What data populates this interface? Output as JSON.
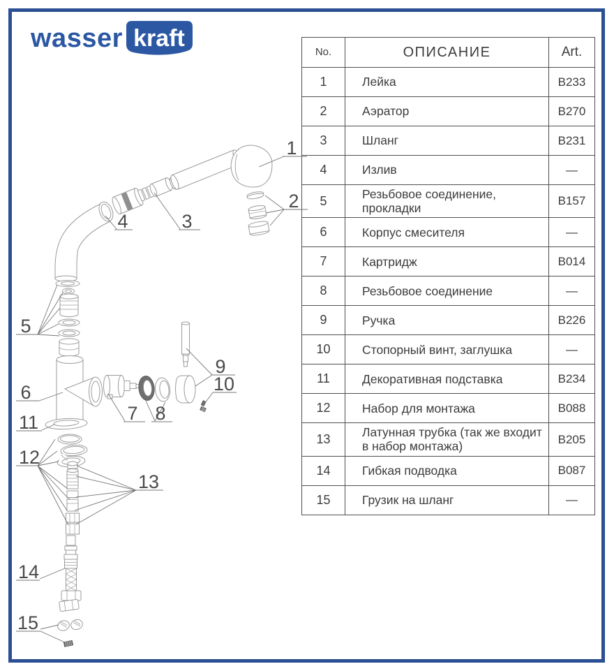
{
  "brand": {
    "logo_text_primary": "wasser",
    "logo_text_secondary": "kraft",
    "logo_blue": "#2b57a3",
    "frame_color": "#2b4f93"
  },
  "table": {
    "headers": {
      "no": "No.",
      "description": "ОПИСАНИЕ",
      "art": "Art."
    },
    "rows": [
      {
        "no": "1",
        "description": "Лейка",
        "art": "B233"
      },
      {
        "no": "2",
        "description": "Аэратор",
        "art": "B270"
      },
      {
        "no": "3",
        "description": "Шланг",
        "art": "B231"
      },
      {
        "no": "4",
        "description": "Излив",
        "art": "—"
      },
      {
        "no": "5",
        "description": "Резьбовое соединение, прокладки",
        "art": "B157"
      },
      {
        "no": "6",
        "description": "Корпус смесителя",
        "art": "—"
      },
      {
        "no": "7",
        "description": "Картридж",
        "art": "B014"
      },
      {
        "no": "8",
        "description": "Резьбовое соединение",
        "art": "—"
      },
      {
        "no": "9",
        "description": "Ручка",
        "art": "B226"
      },
      {
        "no": "10",
        "description": "Стопорный винт, заглушка",
        "art": "—"
      },
      {
        "no": "11",
        "description": "Декоративная подставка",
        "art": "B234"
      },
      {
        "no": "12",
        "description": "Набор для монтажа",
        "art": "B088"
      },
      {
        "no": "13",
        "description": "Латунная трубка (так же входит в набор монтажа)",
        "art": "B205"
      },
      {
        "no": "14",
        "description": "Гибкая подводка",
        "art": "B087"
      },
      {
        "no": "15",
        "description": "Грузик на шланг",
        "art": "—"
      }
    ]
  },
  "diagram": {
    "callouts": [
      "1",
      "2",
      "3",
      "4",
      "5",
      "6",
      "7",
      "8",
      "9",
      "10",
      "11",
      "12",
      "13",
      "14",
      "15"
    ]
  }
}
